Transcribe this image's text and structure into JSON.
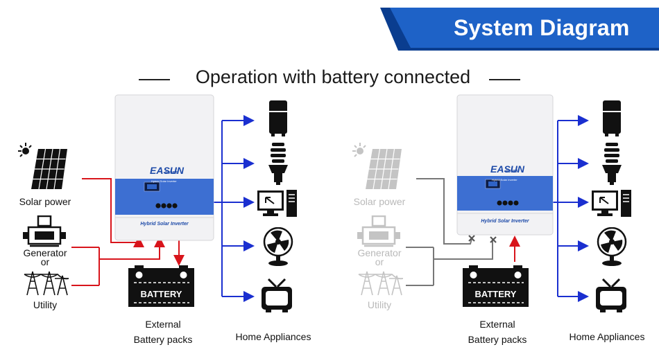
{
  "banner": {
    "title": "System Diagram",
    "colors": {
      "dark": "#0a3d8f",
      "light": "#1e62c7"
    }
  },
  "subtitle": "Operation with battery connected",
  "inverter": {
    "brand": "EASUN",
    "brand_sub": "POWER",
    "label": "Hybrid Solar Inverter",
    "panel_text": "Hybrid Solar Inverter"
  },
  "battery": {
    "label": "BATTERY"
  },
  "left": {
    "sources": {
      "solar": "Solar power",
      "generator": "Generator",
      "or": "or",
      "utility": "Utility"
    },
    "battery_caption": [
      "External",
      "Battery packs"
    ],
    "appliances_caption": "Home Appliances"
  },
  "right": {
    "sources": {
      "solar": "Solar power",
      "generator": "Generator",
      "or": "or",
      "utility": "Utility"
    },
    "battery_caption": [
      "External",
      "Battery packs"
    ],
    "appliances_caption": "Home Appliances"
  },
  "appliance_icons": [
    "refrigerator-icon",
    "light-bulb-icon",
    "computer-icon",
    "fan-icon",
    "tv-icon"
  ],
  "colors": {
    "ac": "#d8141b",
    "load": "#1a2fd0",
    "inactive": "#777777",
    "grey_icon": "#c4c4c4"
  }
}
